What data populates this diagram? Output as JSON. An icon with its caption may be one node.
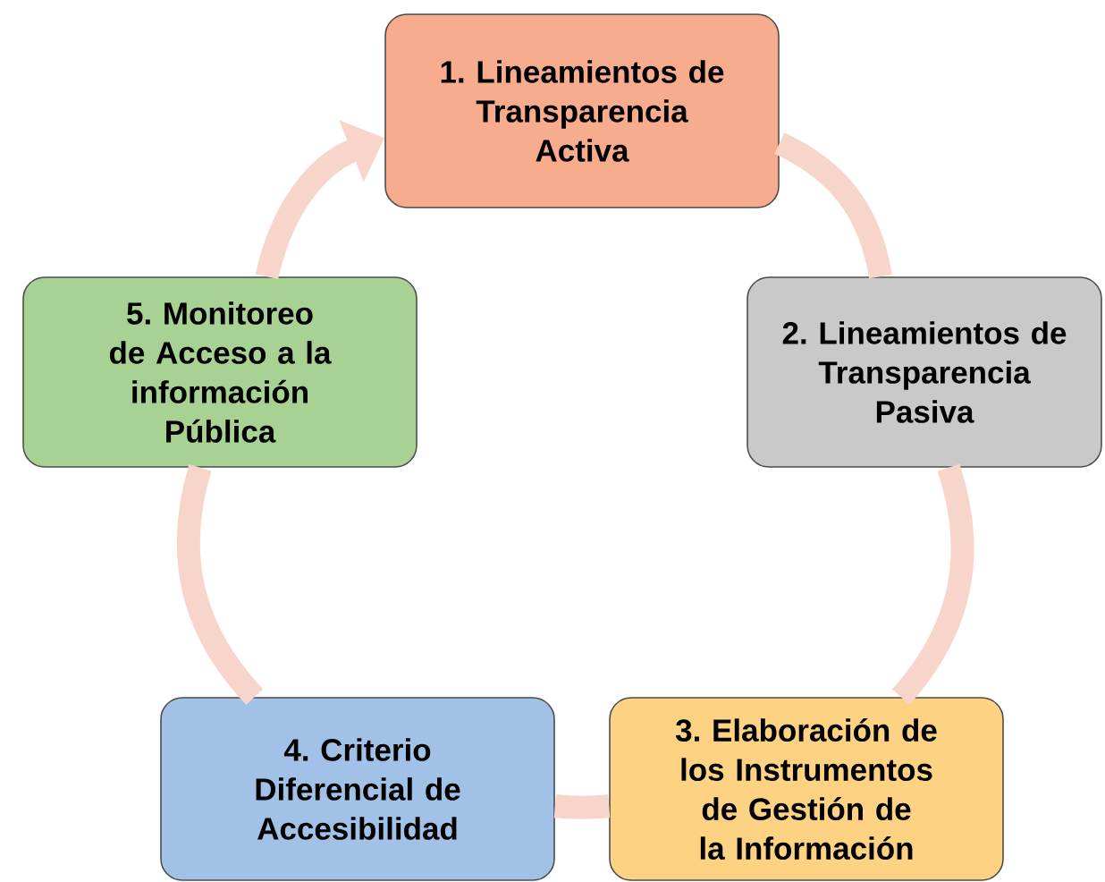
{
  "diagram": {
    "nodes": [
      {
        "text": [
          "1. Lineamientos de Transparencia Activa"
        ]
      },
      {
        "text": [
          "2. Lineamientos de Transparencia Pasiva"
        ]
      },
      {
        "text": [
          "3. Elaboración de los Instrumentos de Gestión de la Información"
        ]
      },
      {
        "text": [
          "4. Criterio Diferencial de Accesibilidad"
        ]
      },
      {
        "text": [
          "5. Monitoreo de Acceso a la información Pública"
        ]
      }
    ],
    "edges": [
      {
        "from": 0,
        "to": 1,
        "arrow": "none"
      },
      {
        "from": 1,
        "to": 2,
        "arrow": "none"
      },
      {
        "from": 2,
        "to": 3,
        "arrow": "none"
      },
      {
        "from": 3,
        "to": 4,
        "arrow": "none"
      },
      {
        "from": 4,
        "to": 0,
        "arrow": "to"
      }
    ]
  }
}
